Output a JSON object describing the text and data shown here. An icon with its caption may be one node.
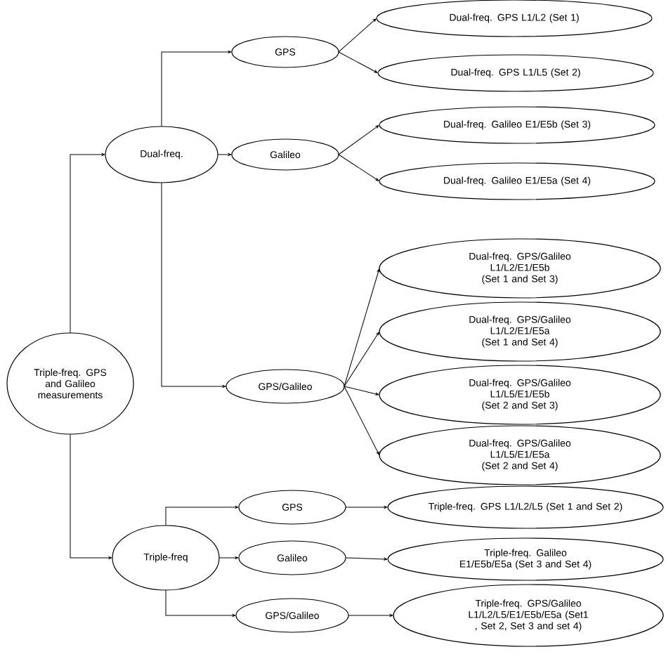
{
  "diagram": {
    "nodes": [
      {
        "text": [
          "Triple-freq. GPS and Galileo measurements"
        ]
      },
      {
        "text": [
          "Dual-freq."
        ]
      },
      {
        "text": [
          "GPS"
        ]
      },
      {
        "text": [
          "Dual-freq. GPS L1/L2 (Set 1)"
        ]
      },
      {
        "text": [
          "Dual-freq. GPS L1/L5 (Set 2)"
        ]
      },
      {
        "text": [
          "Galileo"
        ]
      },
      {
        "text": [
          "Dual-freq. Galileo E1/E5b (Set 3)"
        ]
      },
      {
        "text": [
          "Dual-freq. Galileo E1/E5a (Set 4)"
        ]
      },
      {
        "text": [
          "GPS/Galileo"
        ]
      },
      {
        "text": [
          "Dual-freq. GPS/Galileo L1/L2/E1/E5b (Set 1 and Set 3)"
        ]
      },
      {
        "text": [
          "Dual-freq. GPS/Galileo L1/L2/E1/E5a (Set 1 and Set 4)"
        ]
      },
      {
        "text": [
          "Dual-freq. GPS/Galileo L1/L5/E1/E5b (Set 2 and Set 3)"
        ]
      },
      {
        "text": [
          "Dual-freq. GPS/Galileo L1/L5/E1/E5a (Set 2 and Set 4)"
        ]
      },
      {
        "text": [
          "Triple-freq"
        ]
      },
      {
        "text": [
          "GPS"
        ]
      },
      {
        "text": [
          "Galileo"
        ]
      },
      {
        "text": [
          "GPS/Galileo"
        ]
      },
      {
        "text": [
          "Triple-freq. GPS L1/L2/L5 (Set 1 and Set 2)"
        ]
      },
      {
        "text": [
          "Triple-freq. Galileo E1/E5b/E5a (Set 3 and Set 4)"
        ]
      },
      {
        "text": [
          "Triple-freq. GPS/Galileo L1/L2/L5/E1/E5b/E5a (Set1 , Set 2, Set 3 and set 4)"
        ]
      }
    ],
    "edges": [
      {
        "from": 0,
        "to": 1,
        "arrow": "to"
      },
      {
        "from": 0,
        "to": 13,
        "arrow": "to"
      },
      {
        "from": 1,
        "to": 2,
        "arrow": "to"
      },
      {
        "from": 1,
        "to": 5,
        "arrow": "to"
      },
      {
        "from": 1,
        "to": 8,
        "arrow": "to"
      },
      {
        "from": 2,
        "to": 3,
        "arrow": "to"
      },
      {
        "from": 2,
        "to": 4,
        "arrow": "to"
      },
      {
        "from": 5,
        "to": 6,
        "arrow": "to"
      },
      {
        "from": 5,
        "to": 7,
        "arrow": "to"
      },
      {
        "from": 8,
        "to": 9,
        "arrow": "to"
      },
      {
        "from": 8,
        "to": 10,
        "arrow": "to"
      },
      {
        "from": 8,
        "to": 11,
        "arrow": "to"
      },
      {
        "from": 8,
        "to": 12,
        "arrow": "to"
      },
      {
        "from": 13,
        "to": 14,
        "arrow": "to"
      },
      {
        "from": 13,
        "to": 15,
        "arrow": "to"
      },
      {
        "from": 13,
        "to": 16,
        "arrow": "to"
      },
      {
        "from": 14,
        "to": 17,
        "arrow": "to"
      },
      {
        "from": 15,
        "to": 18,
        "arrow": "to"
      },
      {
        "from": 16,
        "to": 19,
        "arrow": "to"
      }
    ]
  }
}
